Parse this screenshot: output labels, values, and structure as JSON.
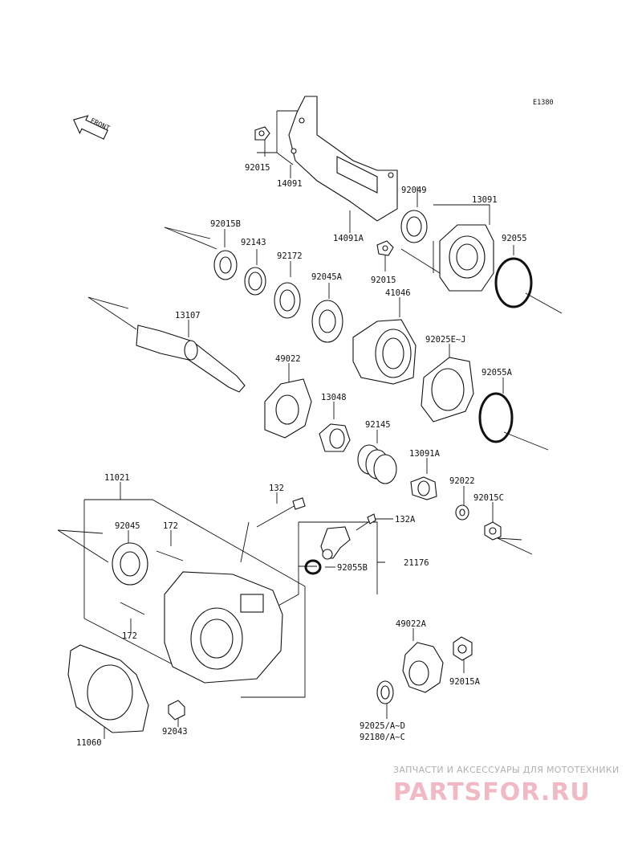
{
  "diagram_code": "E1380",
  "front_label": "FRONT",
  "labels": {
    "p92015_top": "92015",
    "p14091": "14091",
    "p14091A": "14091A",
    "p92049": "92049",
    "p13091": "13091",
    "p92055": "92055",
    "p92015B": "92015B",
    "p92143": "92143",
    "p92172": "92172",
    "p92045A": "92045A",
    "p92015_mid": "92015",
    "p13107": "13107",
    "p41046": "41046",
    "p49022": "49022",
    "p92025EJ": "92025E~J",
    "p92055A": "92055A",
    "p13048": "13048",
    "p92145": "92145",
    "p13091A": "13091A",
    "p92022": "92022",
    "p92015C": "92015C",
    "p11021": "11021",
    "p132": "132",
    "p132A": "132A",
    "p92045": "92045",
    "p172_top": "172",
    "p21176": "21176",
    "p92055B": "92055B",
    "p172_bot": "172",
    "p49022A": "49022A",
    "p92015A": "92015A",
    "p11060": "11060",
    "p92043": "92043",
    "p92025AD": "92025/A~D",
    "p92180AC": "92180/A~C"
  },
  "watermark": {
    "line1": "ЗАПЧАСТИ И АКСЕССУАРЫ ДЛЯ МОТОТЕХНИКИ",
    "line2": "PARTSFOR.RU",
    "color": "#e8a0b0"
  }
}
